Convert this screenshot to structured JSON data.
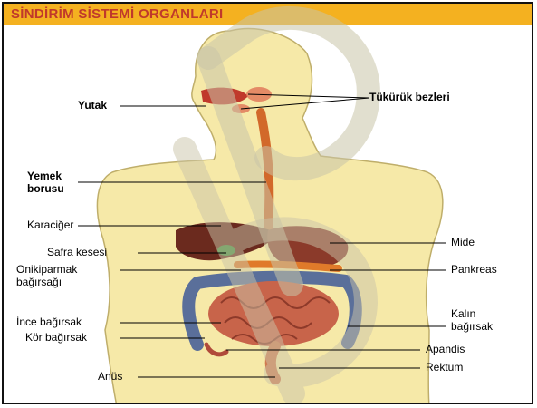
{
  "title": "SİNDİRİM SİSTEMİ ORGANLARI",
  "colors": {
    "title_bar": "#f4b120",
    "title_text": "#c0392b",
    "skin": "#f6e9a8",
    "liver": "#6b2a1e",
    "stomach": "#8b3a2a",
    "pancreas": "#e07a2a",
    "small_intestine": "#c8644a",
    "large_intestine": "#5a6f9a",
    "rectum": "#d07a50",
    "esophagus": "#d2692a",
    "watermark": "#c9c4a8"
  },
  "labels_left": [
    {
      "text": "Yutak"
    },
    {
      "text": "Yemek"
    },
    {
      "text": "borusu"
    },
    {
      "text": "Karaciğer"
    },
    {
      "text": "Safra kesesi"
    },
    {
      "text": "Onikiparmak"
    },
    {
      "text": "bağırsağı"
    },
    {
      "text": "İnce bağırsak"
    },
    {
      "text": "Kör bağırsak"
    },
    {
      "text": "Anüs"
    }
  ],
  "labels_right": [
    {
      "text": "Tükürük bezleri"
    },
    {
      "text": "Mide"
    },
    {
      "text": "Pankreas"
    },
    {
      "text": "Kalın"
    },
    {
      "text": "bağırsak"
    },
    {
      "text": "Apandis"
    },
    {
      "text": "Rektum"
    }
  ]
}
